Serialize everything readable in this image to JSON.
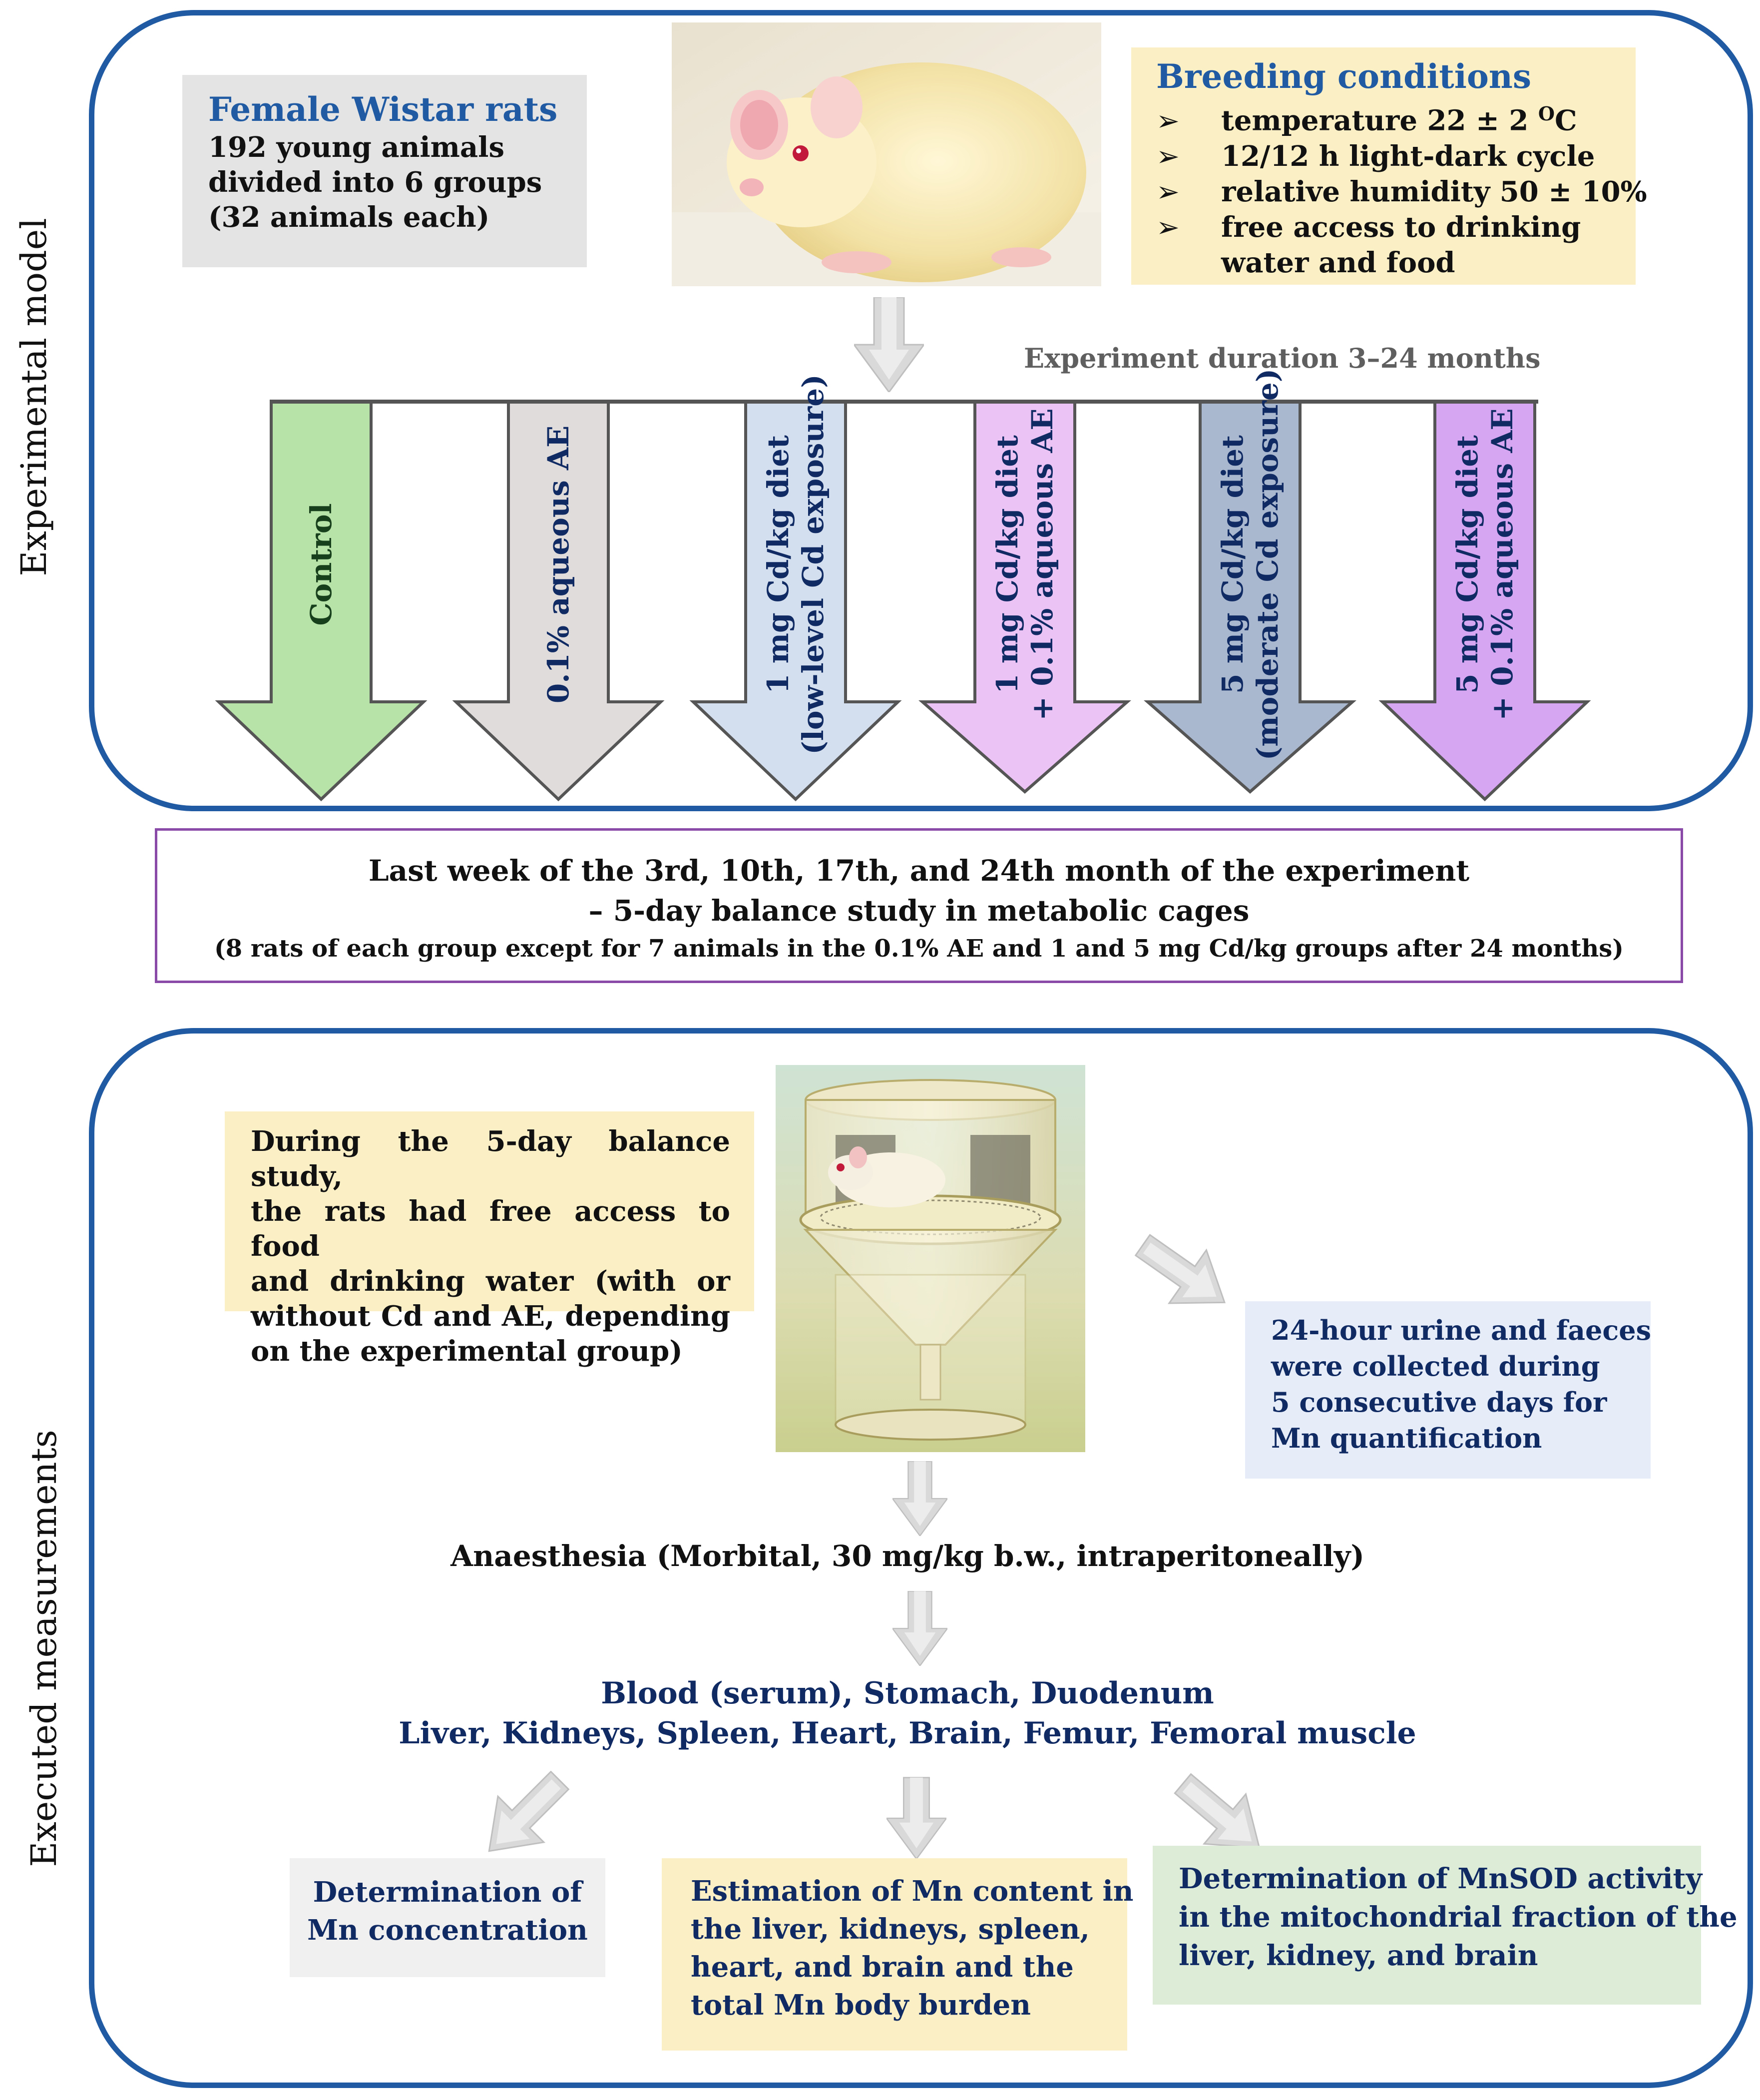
{
  "sections": {
    "experimental_model": "Experimental model",
    "executed_measurements": "Executed measurements"
  },
  "rats": {
    "title": "Female Wistar rats",
    "lines": [
      "192 young animals",
      "divided into 6 groups",
      "(32 animals each)"
    ]
  },
  "breeding": {
    "title": "Breeding conditions",
    "items": [
      [
        "temperature 22 ± 2 ",
        "O",
        "C"
      ],
      "12/12 h light-dark cycle",
      "relative humidity 50 ± 10%",
      "free access to drinking",
      "water and food"
    ],
    "bullet": "➢"
  },
  "duration": "Experiment duration 3–24 months",
  "groups": [
    {
      "lines": [
        "Control"
      ],
      "color": "#b7e2a8"
    },
    {
      "lines": [
        "0.1% aqueous AE"
      ],
      "color": "#e0dcdc"
    },
    {
      "lines": [
        "1 mg Cd/kg diet",
        "(low-level Cd exposure)"
      ],
      "color": "#d3dfee"
    },
    {
      "lines": [
        "1 mg Cd/kg diet",
        "+ 0.1% aqueous AE"
      ],
      "color": "#ecc3f5"
    },
    {
      "lines": [
        "5 mg Cd/kg diet",
        "(moderate Cd exposure)"
      ],
      "color": "#a9b8cf"
    },
    {
      "lines": [
        "5 mg Cd/kg diet",
        "+ 0.1% aqueous AE"
      ],
      "color": "#d7a6f2"
    }
  ],
  "balance": {
    "line1": "Last week of the 3rd, 10th, 17th, and 24th month of the experiment",
    "line2": "– 5-day balance study in metabolic cages",
    "line3": "(8 rats of each group except for 7 animals in the 0.1% AE and 1 and 5 mg Cd/kg groups after 24 months)"
  },
  "free_access": {
    "lines": [
      "During the 5-day balance study,",
      "the rats had free access to food",
      "and drinking water (with or",
      "without Cd and AE, depending",
      "on the experimental group)"
    ]
  },
  "collection": {
    "lines": [
      "24-hour urine and faeces",
      "were collected during",
      "5 consecutive days for",
      "Mn quantification"
    ]
  },
  "anaesthesia": "Anaesthesia (Morbital, 30 mg/kg b.w., intraperitoneally)",
  "tissues": {
    "line1": "Blood (serum), Stomach, Duodenum",
    "line2": "Liver, Kidneys, Spleen, Heart, Brain, Femur, Femoral muscle"
  },
  "outcomes": {
    "concentration": [
      "Determination of",
      "Mn concentration"
    ],
    "content": [
      "Estimation of Mn content in",
      "the liver, kidneys, spleen,",
      "heart, and brain and the",
      "total Mn body burden"
    ],
    "mnsod": [
      "Determination of MnSOD activity",
      "in the mitochondrial fraction of the",
      "liver, kidney, and brain"
    ]
  },
  "colors": {
    "frame": "#1f5aa3",
    "grey_box": "#e4e4e4",
    "yellow_box": "#fbefc6",
    "lightblue_box": "#e6ecf8",
    "green_box": "#dcecd6",
    "balance_border": "#8a4aa8",
    "navy_text": "#102a63"
  }
}
